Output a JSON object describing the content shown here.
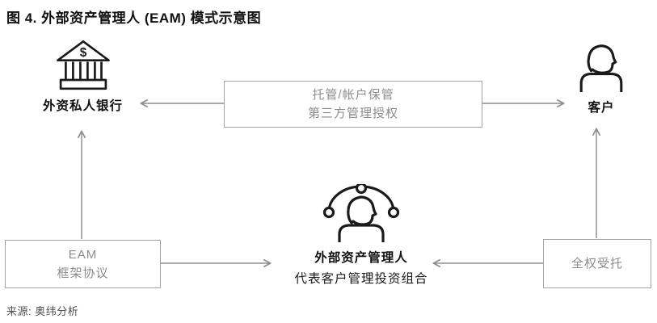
{
  "title": "图 4. 外部资产管理人 (EAM) 模式示意图",
  "nodes": {
    "bank": {
      "label": "外资私人银行",
      "icon": "bank-icon"
    },
    "client": {
      "label": "客户",
      "icon": "person-icon"
    },
    "eam": {
      "label": "外部资产管理人",
      "sublabel": "代表客户管理投资组合",
      "icon": "person-network-icon"
    }
  },
  "boxes": {
    "custody": {
      "line1": "托管/帐户保管",
      "line2": "第三方管理授权"
    },
    "framework": {
      "line1": "EAM",
      "line2": "框架协议"
    },
    "mandate": {
      "line1": "全权受托"
    }
  },
  "source": "来源: 奥纬分析",
  "colors": {
    "ink": "#1a1a1a",
    "box_border": "#a3a3a3",
    "box_text": "#8c8c8c",
    "arrow": "#8c8c8c"
  }
}
